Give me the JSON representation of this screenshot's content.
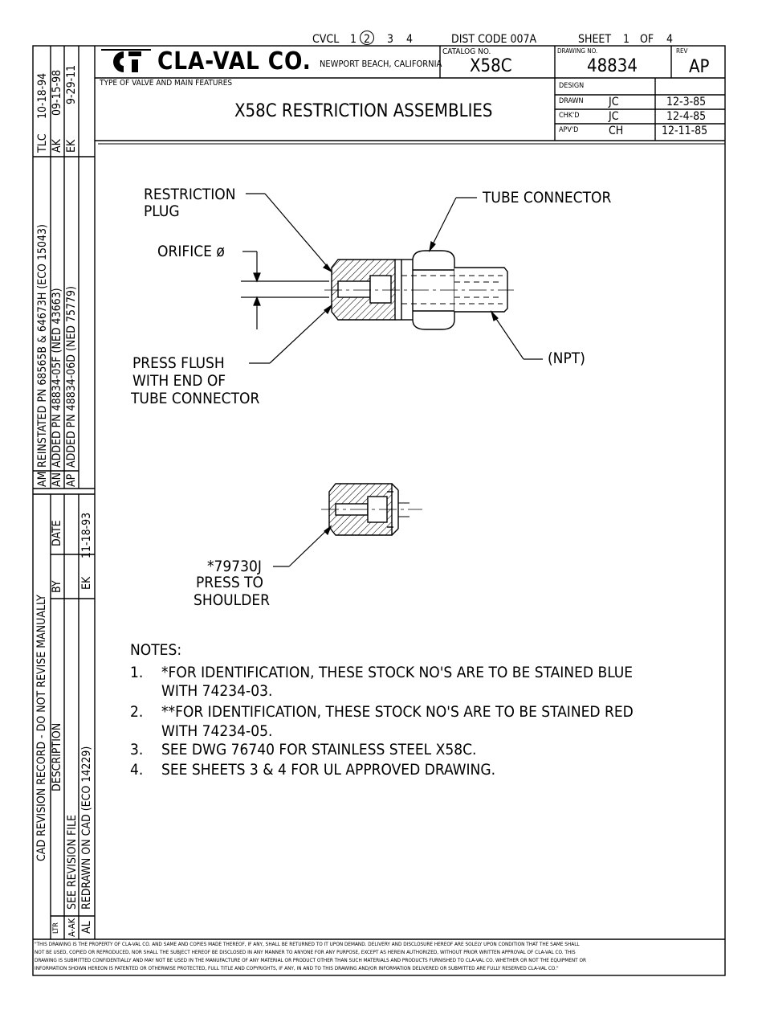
{
  "top_strip": {
    "cvcl_label": "CVCL",
    "cvcl_sheets": [
      "1",
      "2",
      "3",
      "4"
    ],
    "cvcl_circled": "2",
    "dist_code": "DIST CODE 007A",
    "sheet_label": "SHEET",
    "sheet_num": "1",
    "of_label": "OF",
    "sheet_total": "4"
  },
  "title_block": {
    "company": "CLA-VAL CO.",
    "location": "NEWPORT BEACH, CALIFORNIA",
    "catalog_label": "CATALOG NO.",
    "catalog_value": "X58C",
    "drawing_no_label": "DRAWING NO.",
    "drawing_no_value": "48834",
    "rev_label": "REV",
    "rev_value": "AP",
    "type_label": "TYPE OF VALVE AND MAIN FEATURES",
    "title": "X58C RESTRICTION ASSEMBLIES",
    "design_label": "DESIGN",
    "drawn_label": "DRAWN",
    "drawn_by": "JC",
    "drawn_date": "12-3-85",
    "chkd_label": "CHK'D",
    "chkd_by": "JC",
    "chkd_date": "12-4-85",
    "apvd_label": "APV'D",
    "apvd_by": "CH",
    "apvd_date": "12-11-85"
  },
  "revisions": [
    {
      "ltr": "AM",
      "desc": "REINSTATED PN 68565B & 64673H (ECO 15043)",
      "by": "TLC",
      "date": "10-18-94"
    },
    {
      "ltr": "AN",
      "desc": "ADDED PN 48834-05F (NED 43663)",
      "by": "AK",
      "date": "09-15-98"
    },
    {
      "ltr": "AP",
      "desc": "ADDED PN 48834-06D (NED 75779)",
      "by": "EK",
      "date": "9-29-11"
    }
  ],
  "cad_record": {
    "title": "CAD REVISION RECORD - DO NOT REVISE MANUALLY",
    "ltr_header": "LTR",
    "desc_header": "DESCRIPTION",
    "by_header": "BY",
    "date_header": "DATE",
    "rows": [
      {
        "ltr": "A-AK",
        "desc": "SEE REVISION FILE",
        "by": "",
        "date": ""
      },
      {
        "ltr": "AL",
        "desc": "REDRAWN ON CAD (ECO 14229)",
        "by": "EK",
        "date": "11-18-93"
      }
    ]
  },
  "callouts": {
    "restriction_plug": [
      "RESTRICTION",
      "PLUG"
    ],
    "tube_connector": "TUBE CONNECTOR",
    "orifice": "ORIFICE ø",
    "npt": "(NPT)",
    "press_flush": [
      "PRESS FLUSH",
      "WITH END OF",
      "TUBE CONNECTOR"
    ],
    "part_79730j": [
      "*79730J",
      "PRESS TO",
      "SHOULDER"
    ]
  },
  "notes": {
    "heading": "NOTES:",
    "items": [
      {
        "num": "1.",
        "lines": [
          "*FOR IDENTIFICATION, THESE STOCK NO'S ARE TO BE STAINED BLUE",
          "WITH 74234-03."
        ]
      },
      {
        "num": "2.",
        "lines": [
          "**FOR IDENTIFICATION, THESE STOCK NO'S ARE TO BE STAINED RED",
          "WITH 74234-05."
        ]
      },
      {
        "num": "3.",
        "lines": [
          "SEE DWG 76740 FOR STAINLESS STEEL X58C."
        ]
      },
      {
        "num": "4.",
        "lines": [
          "SEE SHEETS 3 & 4 FOR UL APPROVED DRAWING."
        ]
      }
    ]
  },
  "footer": {
    "lines": [
      "\"THIS DRAWING IS THE PROPERTY OF CLA-VAL CO. AND SAME AND COPIES MADE THEREOF, IF ANY, SHALL BE RETURNED TO IT UPON DEMAND. DELIVERY AND DISCLOSURE HEREOF ARE SOLELY UPON CONDITION THAT THE SAME SHALL",
      "NOT BE USED, COPIED OR REPRODUCED, NOR SHALL THE SUBJECT HEREOF BE DISCLOSED IN ANY MANNER TO ANYONE FOR ANY PURPOSE, EXCEPT AS HEREIN AUTHORIZED, WITHOUT PRIOR WRITTEN APPROVAL OF CLA-VAL CO. THIS",
      "DRAWING IS SUBMITTED CONFIDENTIALLY AND MAY NOT BE USED IN THE MANUFACTURE OF ANY MATERIAL OR PRODUCT OTHER THAN SUCH MATERIALS AND PRODUCTS FURNISHED TO CLA-VAL CO. WHETHER OR NOT THE EQUIPMENT OR",
      "INFORMATION SHOWN HEREON IS PATENTED OR OTHERWISE PROTECTED, FULL TITLE AND COPYRIGHTS, IF ANY, IN AND TO THIS DRAWING AND/OR INFORMATION DELIVERED OR SUBMITTED ARE FULLY RESERVED CLA-VAL CO.\""
    ]
  }
}
